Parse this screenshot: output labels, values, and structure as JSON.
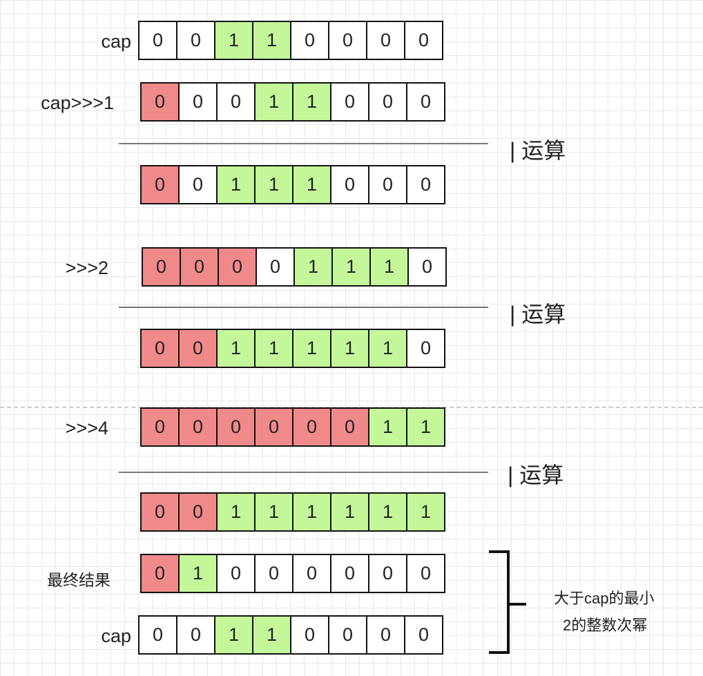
{
  "rows": [
    {
      "label": "cap",
      "bits": [
        "0",
        "0",
        "1",
        "1",
        "0",
        "0",
        "0",
        "0"
      ],
      "colors": [
        "white",
        "white",
        "green",
        "green",
        "white",
        "white",
        "white",
        "white"
      ]
    },
    {
      "label": "cap>>>1",
      "bits": [
        "0",
        "0",
        "0",
        "1",
        "1",
        "0",
        "0",
        "0"
      ],
      "colors": [
        "red",
        "white",
        "white",
        "green",
        "green",
        "white",
        "white",
        "white"
      ]
    },
    {
      "label": "",
      "bits": [
        "0",
        "0",
        "1",
        "1",
        "1",
        "0",
        "0",
        "0"
      ],
      "colors": [
        "red",
        "white",
        "green",
        "green",
        "green",
        "white",
        "white",
        "white"
      ]
    },
    {
      "label": ">>>2",
      "bits": [
        "0",
        "0",
        "0",
        "0",
        "1",
        "1",
        "1",
        "0"
      ],
      "colors": [
        "red",
        "red",
        "red",
        "white",
        "green",
        "green",
        "green",
        "white"
      ]
    },
    {
      "label": "",
      "bits": [
        "0",
        "0",
        "1",
        "1",
        "1",
        "1",
        "1",
        "0"
      ],
      "colors": [
        "red",
        "red",
        "green",
        "green",
        "green",
        "green",
        "green",
        "white"
      ]
    },
    {
      "label": ">>>4",
      "bits": [
        "0",
        "0",
        "0",
        "0",
        "0",
        "0",
        "1",
        "1"
      ],
      "colors": [
        "red",
        "red",
        "red",
        "red",
        "red",
        "red",
        "green",
        "green"
      ]
    },
    {
      "label": "",
      "bits": [
        "0",
        "0",
        "1",
        "1",
        "1",
        "1",
        "1",
        "1"
      ],
      "colors": [
        "red",
        "red",
        "green",
        "green",
        "green",
        "green",
        "green",
        "green"
      ]
    },
    {
      "label": "最终结果",
      "bits": [
        "0",
        "1",
        "0",
        "0",
        "0",
        "0",
        "0",
        "0"
      ],
      "colors": [
        "red",
        "green",
        "white",
        "white",
        "white",
        "white",
        "white",
        "white"
      ]
    },
    {
      "label": "cap",
      "bits": [
        "0",
        "0",
        "1",
        "1",
        "0",
        "0",
        "0",
        "0"
      ],
      "colors": [
        "white",
        "white",
        "green",
        "green",
        "white",
        "white",
        "white",
        "white"
      ]
    }
  ],
  "operations": [
    "| 运算",
    "| 运算",
    "| 运算"
  ],
  "note": {
    "line1": "大于cap的最小",
    "line2": "2的整数次幂"
  },
  "colors": {
    "red": "#f08a8a",
    "green": "#c4f79a",
    "white": "#ffffff",
    "border": "#111111"
  }
}
